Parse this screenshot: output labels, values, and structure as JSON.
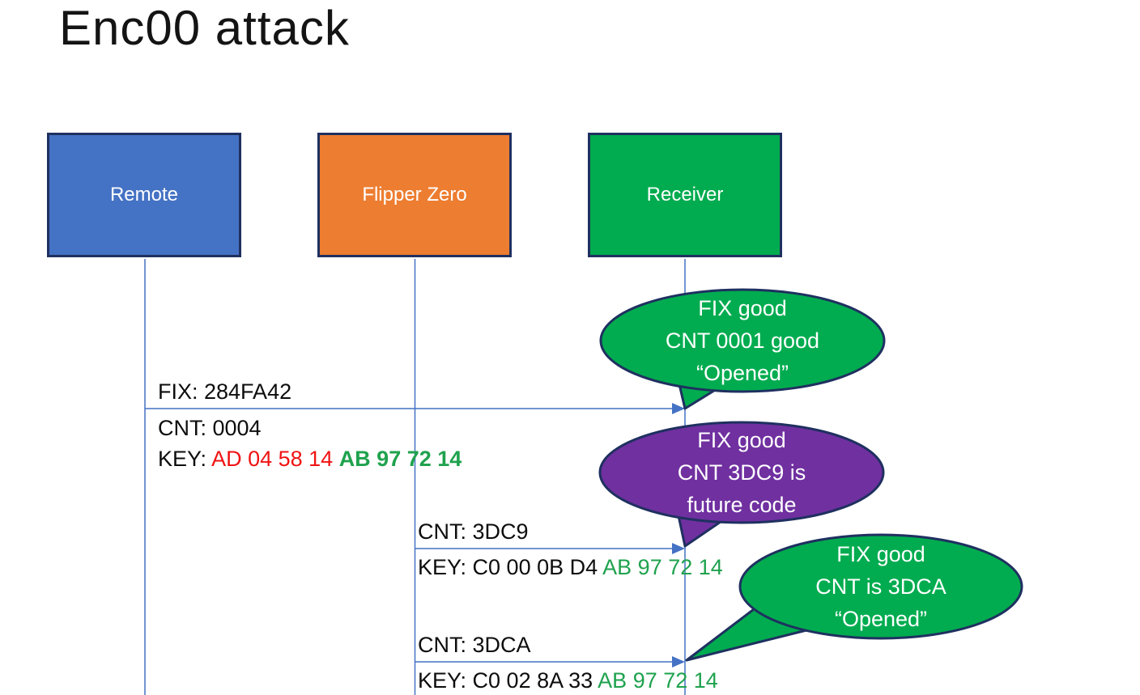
{
  "title": "Enc00 attack",
  "colors": {
    "remote_blue": "#4472C4",
    "flipper_orange": "#ED7D31",
    "receiver_green": "#00AC4F",
    "callout_green": "#00AC4F",
    "callout_purple": "#7030A0",
    "outline_navy": "#1f3060",
    "arrow_blue": "#4472C4",
    "key_changed_red": "#f01313",
    "key_fixed_green": "#1fa24e"
  },
  "actors": [
    {
      "label": "Remote",
      "fill": "#4472C4"
    },
    {
      "label": "Flipper Zero",
      "fill": "#ED7D31"
    },
    {
      "label": "Receiver",
      "fill": "#00AC4F"
    }
  ],
  "messages": [
    {
      "from": "Remote",
      "to": "Receiver",
      "fix": "FIX: 284FA42",
      "cnt": "CNT: 0004",
      "key_prefix": "KEY: ",
      "key_changed": "AD 04 58 14 ",
      "key_fixed": "AB 97 72 14"
    },
    {
      "from": "Flipper Zero",
      "to": "Receiver",
      "cnt": "CNT: 3DC9",
      "key_prefix": "KEY: C0 00 0B D4 ",
      "key_fixed": "AB 97 72 14"
    },
    {
      "from": "Flipper Zero",
      "to": "Receiver",
      "cnt": "CNT: 3DCA",
      "key_prefix": "KEY: C0 02 8A 33 ",
      "key_fixed": "AB 97 72 14"
    }
  ],
  "callouts": [
    {
      "lines": [
        "FIX good",
        "CNT 0001 good",
        "“Opened”"
      ],
      "fill": "#00AC4F"
    },
    {
      "lines": [
        "FIX good",
        "CNT 3DC9 is",
        "future code"
      ],
      "fill": "#7030A0"
    },
    {
      "lines": [
        "FIX good",
        "CNT is 3DCA",
        "“Opened”"
      ],
      "fill": "#00AC4F"
    }
  ]
}
